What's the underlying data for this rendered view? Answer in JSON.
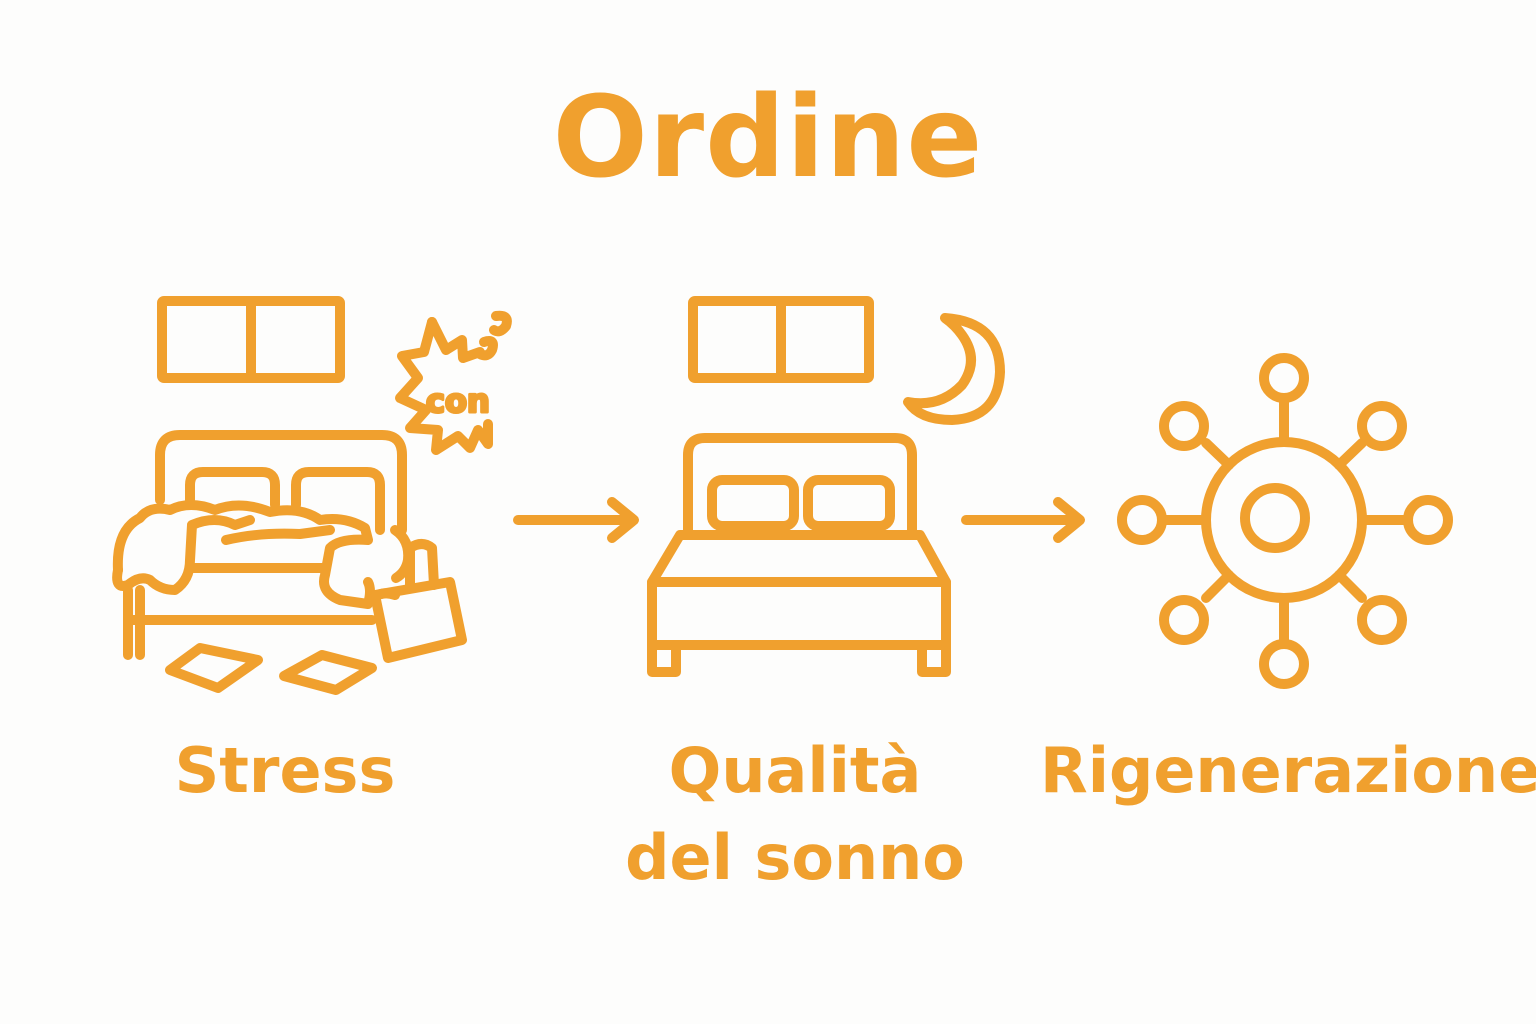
{
  "title": "Ordine",
  "colors": {
    "accent": "#f0a02e",
    "background": "#fdfdfc"
  },
  "steps": [
    {
      "label": "Stress",
      "icon": "messy-bedroom-icon"
    },
    {
      "label": "Qualità\ndel sonno",
      "icon": "tidy-bed-moon-icon"
    },
    {
      "label": "Rigenerazione",
      "icon": "regeneration-network-icon"
    }
  ],
  "stress_burst_text": "con"
}
